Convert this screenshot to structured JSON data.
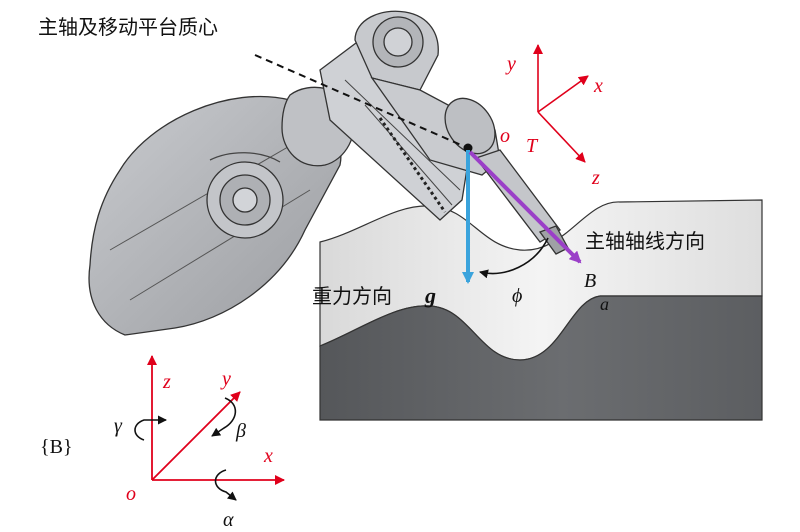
{
  "labels": {
    "mass_center": "主轴及移动平台质心",
    "gravity_text": "重力方向",
    "gravity_symbol": "g",
    "spindle_axis": "主轴轴线方向",
    "angle_phi": "ϕ",
    "vector_B": "B",
    "vector_sub": "a",
    "origin_o_tool": "o",
    "frame_T": "T",
    "frame_B": "{B}",
    "origin_o_base": "o"
  },
  "tool_frame": {
    "x": "x",
    "y": "y",
    "z": "z"
  },
  "base_frame": {
    "x": "x",
    "y": "y",
    "z": "z",
    "alpha": "α",
    "beta": "β",
    "gamma": "γ"
  },
  "colors": {
    "frame_axes": "#e0001b",
    "gravity_arrow": "#3aa3dc",
    "spindle_arrow": "#9b3fc8",
    "workpiece_light": "#e8e8e8",
    "workpiece_dark": "#606265",
    "robot_gray": "#b9bbbf"
  }
}
